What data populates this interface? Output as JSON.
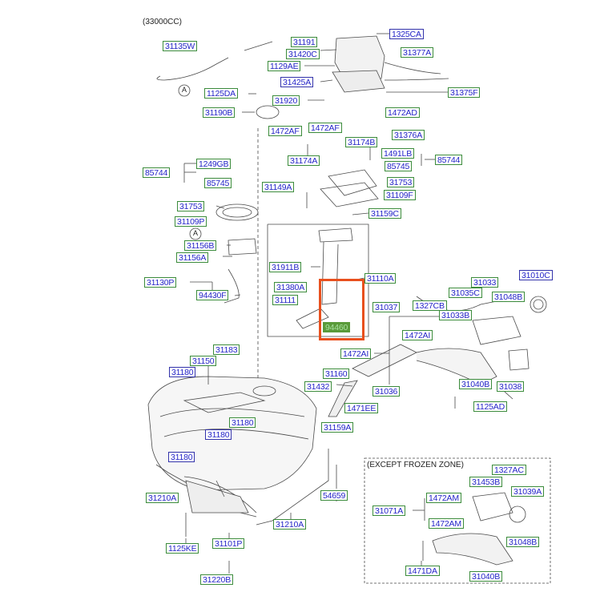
{
  "diagram": {
    "header_code": "(33000CC)",
    "inset_title": "(EXCEPT FROZEN ZONE)",
    "callout_letter": "A",
    "highlighted_label": "94460",
    "highlight_color": "#e8501e",
    "label_text_color": "#2424c8",
    "label_border_color": "#3c8c3c",
    "labels": [
      "31135W",
      "31191",
      "1325CA",
      "31420C",
      "31377A",
      "1129AE",
      "31425A",
      "31375F",
      "1125DA",
      "31920",
      "31190B",
      "1472AD",
      "1472AF",
      "1472AF",
      "31376A",
      "31174B",
      "31174A",
      "1491LB",
      "85744",
      "1249GB",
      "85745",
      "85744",
      "85745",
      "31753",
      "31109F",
      "31149A",
      "31753",
      "31109P",
      "31159C",
      "31156B",
      "31156A",
      "31911B",
      "31110A",
      "31130P",
      "31380A",
      "94430F",
      "31111",
      "31033",
      "31010C",
      "31035C",
      "1327CB",
      "31048B",
      "31033B",
      "31037",
      "1472AI",
      "1472AI",
      "31183",
      "31150",
      "31180",
      "31160",
      "31432",
      "31036",
      "31040B",
      "31038",
      "31180",
      "31180",
      "1471EE",
      "1125AD",
      "31159A",
      "31180",
      "1327AC",
      "31453B",
      "31039A",
      "31210A",
      "54659",
      "1472AM",
      "31071A",
      "1472AM",
      "31210A",
      "31048B",
      "1125KE",
      "31101P",
      "1471DA",
      "31040B",
      "31220B"
    ]
  }
}
